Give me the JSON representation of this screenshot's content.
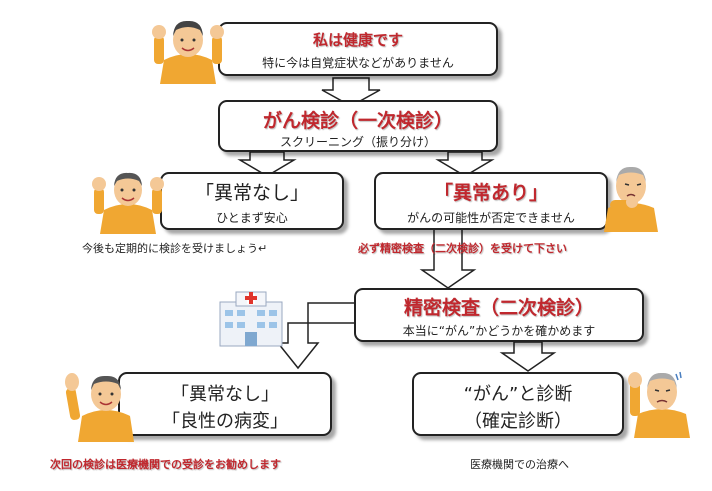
{
  "box1": {
    "title": "私は健康です",
    "sub": "特に今は自覚症状などがありません"
  },
  "box2": {
    "title": "がん検診（一次検診）",
    "sub": "スクリーニング（振り分け）"
  },
  "box3": {
    "title": "「異常なし」",
    "sub": "ひとまず安心"
  },
  "box4": {
    "title": "「異常あり」",
    "sub": "がんの可能性が否定できません"
  },
  "note_left1": "今後も定期的に検診を受けましょう↵",
  "note_right1": "必ず精密検査（二次検診）を受けて下さい",
  "box5": {
    "title": "精密検査（二次検診）",
    "sub": "本当に“がん”かどうかを確かめます"
  },
  "box6": {
    "line1": "「異常なし」",
    "line2": "「良性の病変」"
  },
  "box7": {
    "line1": "“がん”と診断",
    "line2": "（確定診断）"
  },
  "note_bottom_left": "次回の検診は医療機関での受診をお勧めします",
  "note_bottom_right": "医療機関での治療へ",
  "colors": {
    "accent_red": "#c0282e",
    "shirt": "#f0a732",
    "skin": "#f4c896",
    "hospital_cross": "#e0352c"
  },
  "icons": [
    "happy-person-icon",
    "worried-person-icon",
    "hospital-icon",
    "flow-arrow-icon"
  ]
}
